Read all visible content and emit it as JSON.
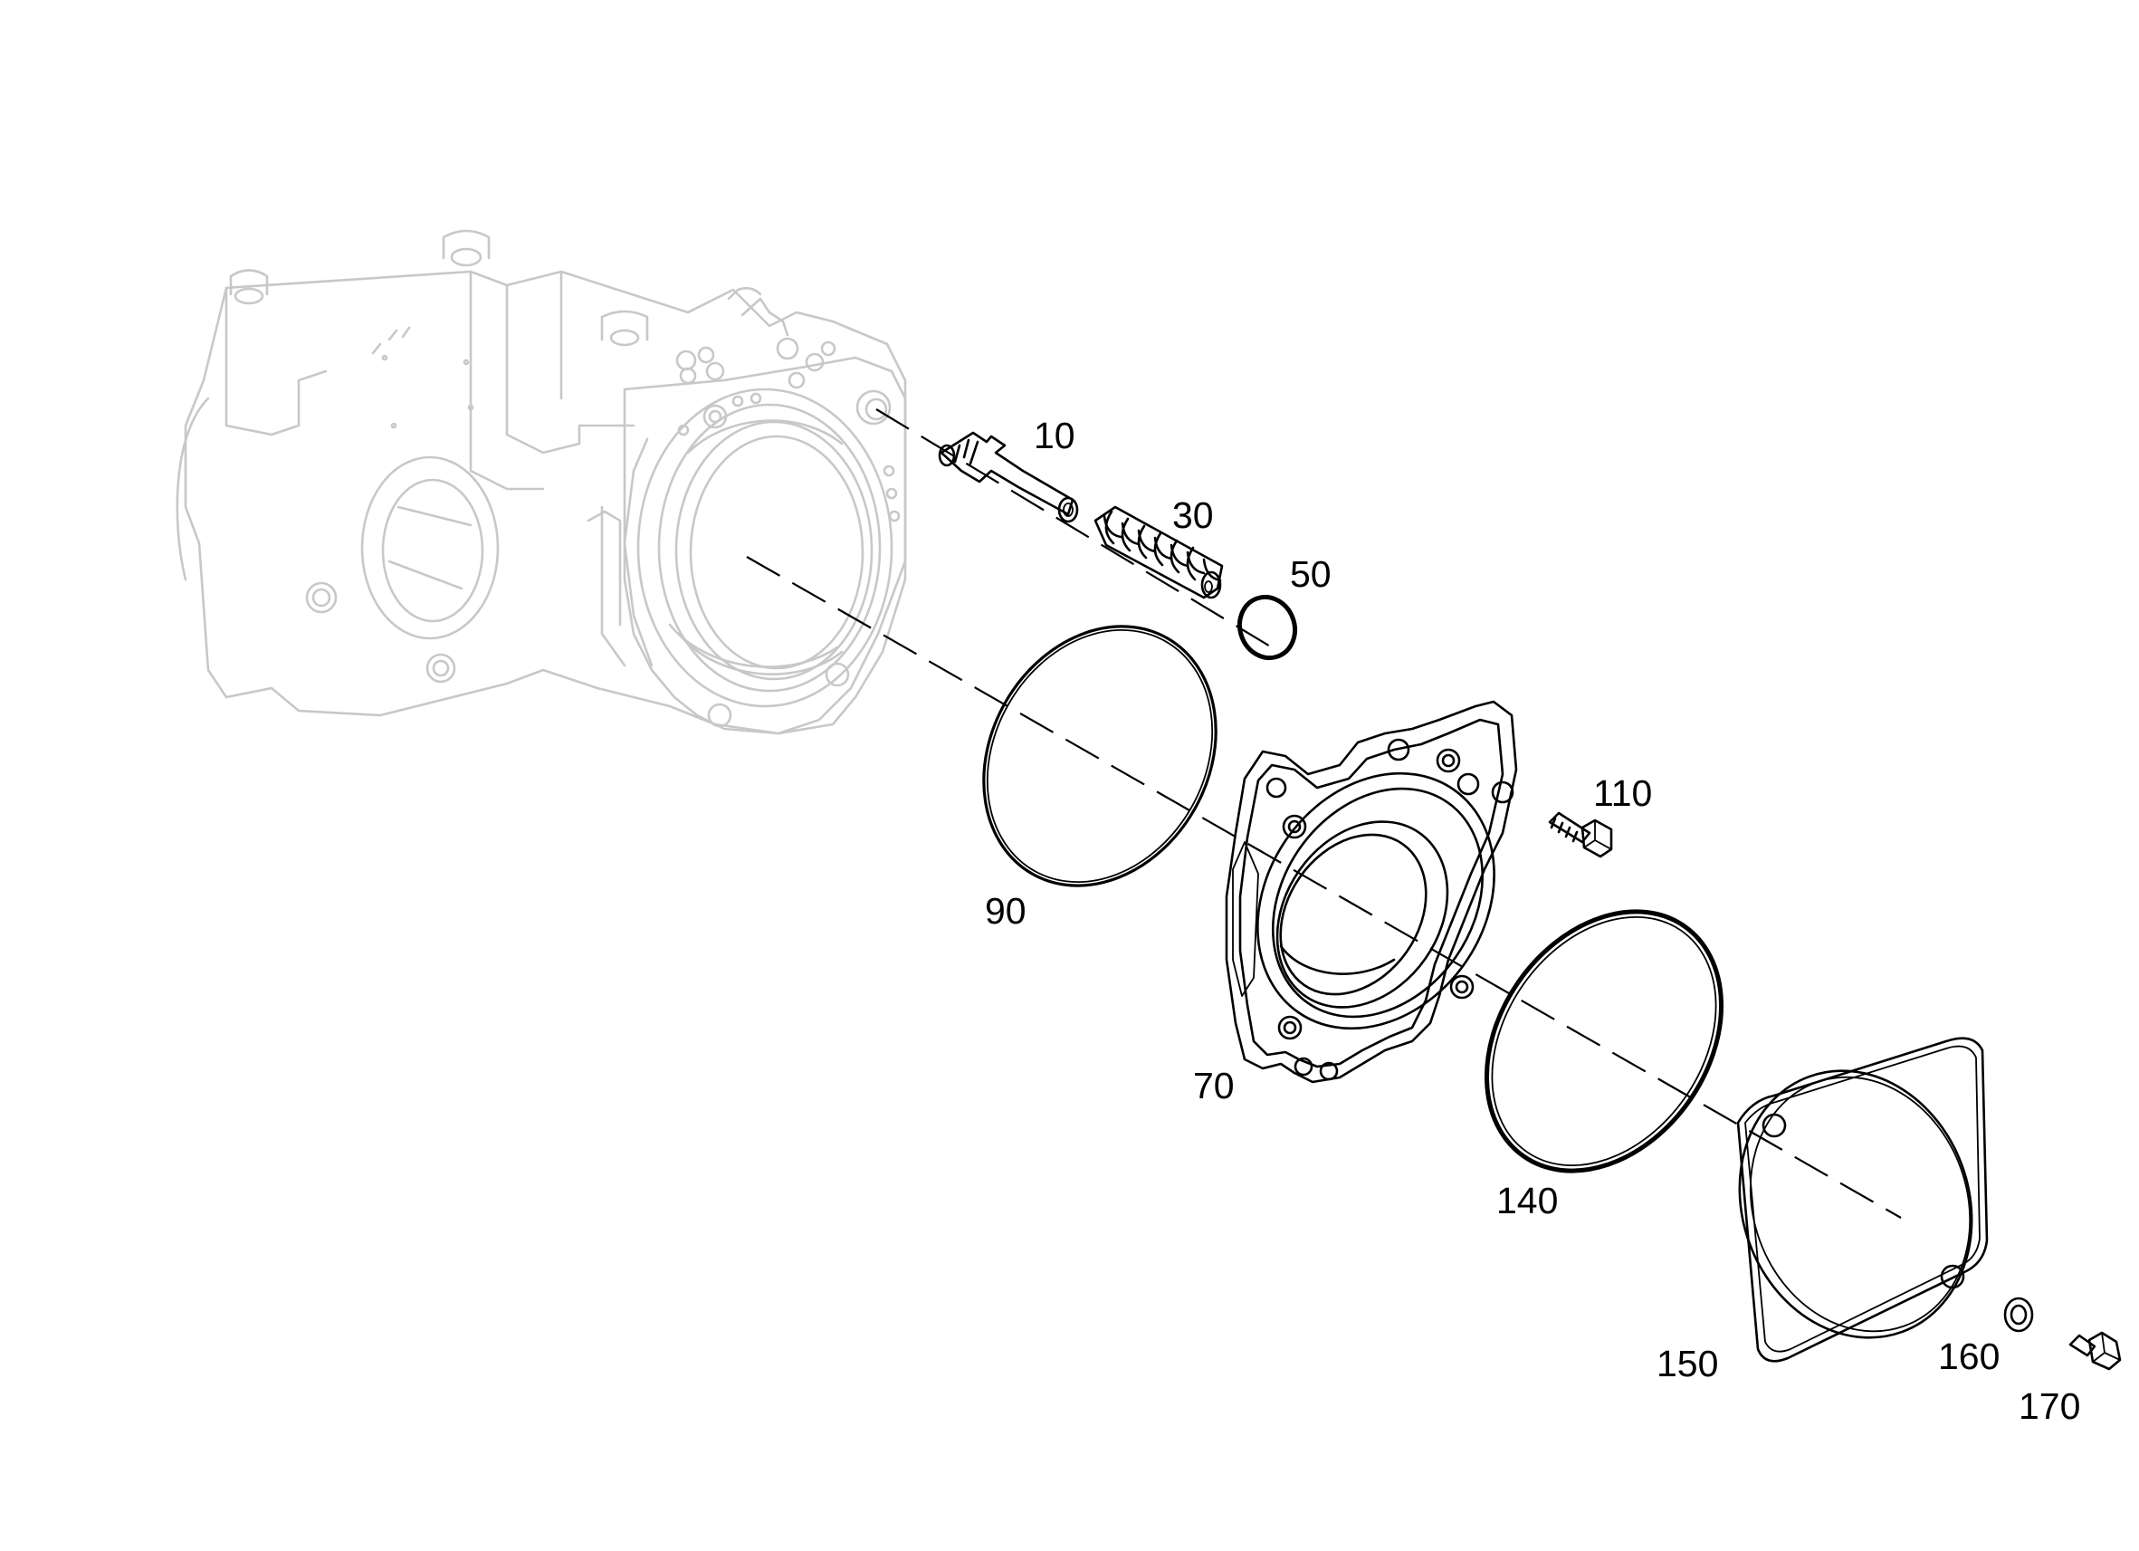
{
  "callouts": {
    "p10": "10",
    "p30": "30",
    "p50": "50",
    "p70": "70",
    "p90": "90",
    "p110": "110",
    "p140": "140",
    "p150": "150",
    "p160": "160",
    "p170": "170"
  },
  "colors": {
    "housing_line": "#c8c8c8",
    "part_line": "#000000",
    "background": "#ffffff"
  }
}
